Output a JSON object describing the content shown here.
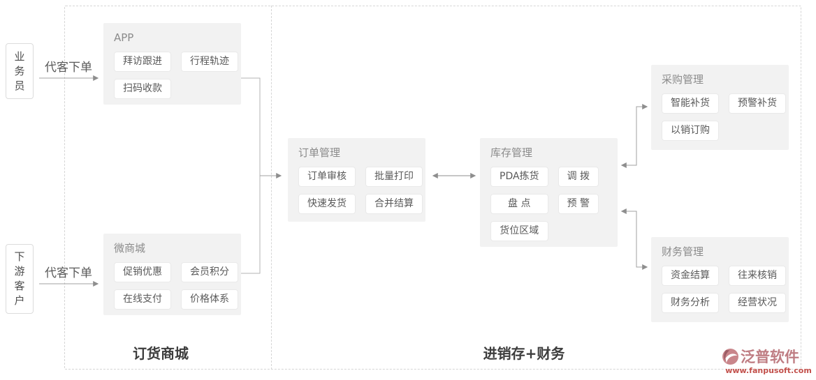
{
  "diagram": {
    "actors": [
      {
        "label": "业务员",
        "arrow_label": "代客下单"
      },
      {
        "label": "下游客户",
        "arrow_label": "代客下单"
      }
    ],
    "sections": {
      "app": {
        "title": "APP",
        "chips": [
          "拜访跟进",
          "行程轨迹",
          "扫码收款"
        ]
      },
      "mall": {
        "title": "微商城",
        "chips": [
          "促销优惠",
          "会员积分",
          "在线支付",
          "价格体系"
        ]
      },
      "order": {
        "title": "订单管理",
        "chips": [
          "订单审核",
          "批量打印",
          "快速发货",
          "合并结算"
        ]
      },
      "inventory": {
        "title": "库存管理",
        "chips": [
          "PDA拣货",
          "调 拨",
          "盘 点",
          "预 警",
          "货位区域"
        ]
      },
      "purchase": {
        "title": "采购管理",
        "chips": [
          "智能补货",
          "预警补货",
          "以销订购"
        ]
      },
      "finance": {
        "title": "财务管理",
        "chips": [
          "资金结算",
          "往来核销",
          "财务分析",
          "经营状况"
        ]
      }
    },
    "zones": {
      "left": "订货商城",
      "right": "进销存+财务"
    }
  },
  "watermark": {
    "brand": "泛普软件",
    "url": "www.fanpusoft.com"
  },
  "colors": {
    "section_bg": "#f2f2f2",
    "chip_border": "#e9e9e9",
    "dashed_border": "#d5d5d5",
    "arrow_gray": "#a0a0a0",
    "brand_rose": "#bf7d83",
    "url_red": "#c2504b"
  }
}
